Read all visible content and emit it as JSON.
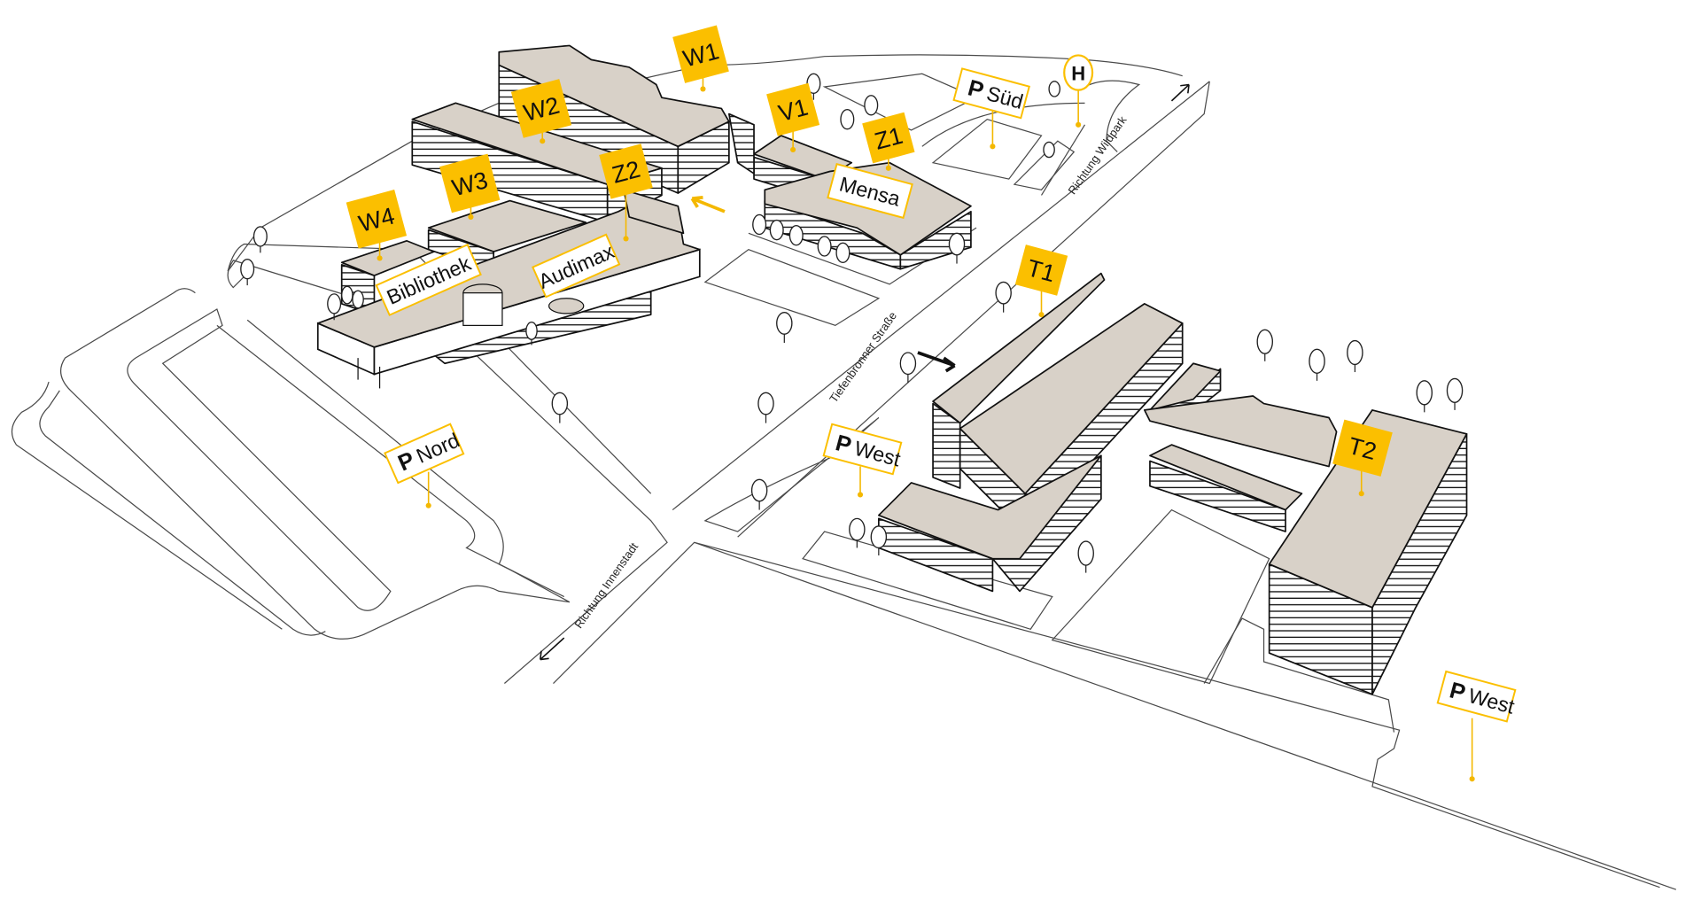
{
  "colors": {
    "accent": "#fbbf00",
    "roof": "#d8d1c8",
    "line": "#111111"
  },
  "buildings": {
    "w1": "W1",
    "w2": "W2",
    "w3": "W3",
    "w4": "W4",
    "v1": "V1",
    "z1": "Z1",
    "z2": "Z2",
    "t1": "T1",
    "t2": "T2"
  },
  "places": {
    "mensa": "Mensa",
    "bibliothek": "Bibliothek",
    "audimax": "Audimax"
  },
  "parking": {
    "p_symbol": "P",
    "sued": "Süd",
    "nord": "Nord",
    "west1": "West",
    "west2": "West"
  },
  "bus_stop": "H",
  "roads": {
    "wildpark": "Richtung Wildpark",
    "tiefenbronner": "Tiefenbronner Straße",
    "innenstadt": "Richtung Innenstadt"
  }
}
